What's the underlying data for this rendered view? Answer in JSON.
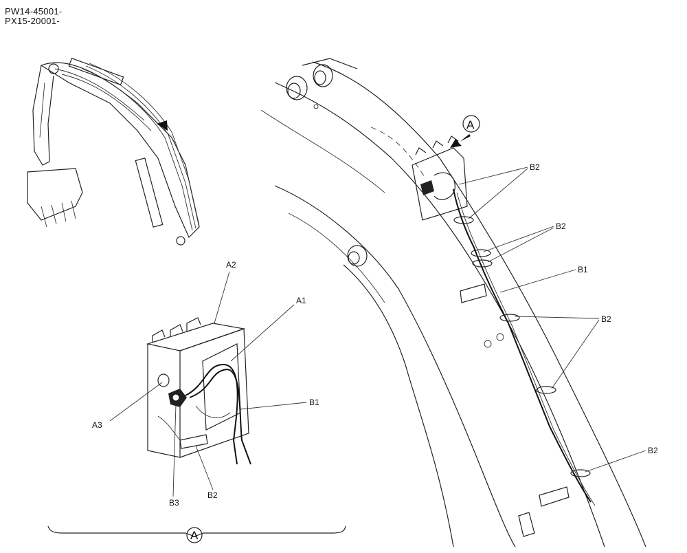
{
  "header": {
    "serial_1": "PW14-45001-",
    "serial_2": "PX15-20001-"
  },
  "detail_callout": "A",
  "view_callout": "A",
  "labels": {
    "a1": "A1",
    "a2": "A2",
    "a3": "A3",
    "b1_detail": "B1",
    "b2_detail": "B2",
    "b3": "B3",
    "b1_boom": "B1",
    "b2_boom_1": "B2",
    "b2_boom_2": "B2",
    "b2_boom_3": "B2",
    "b2_boom_4": "B2"
  }
}
